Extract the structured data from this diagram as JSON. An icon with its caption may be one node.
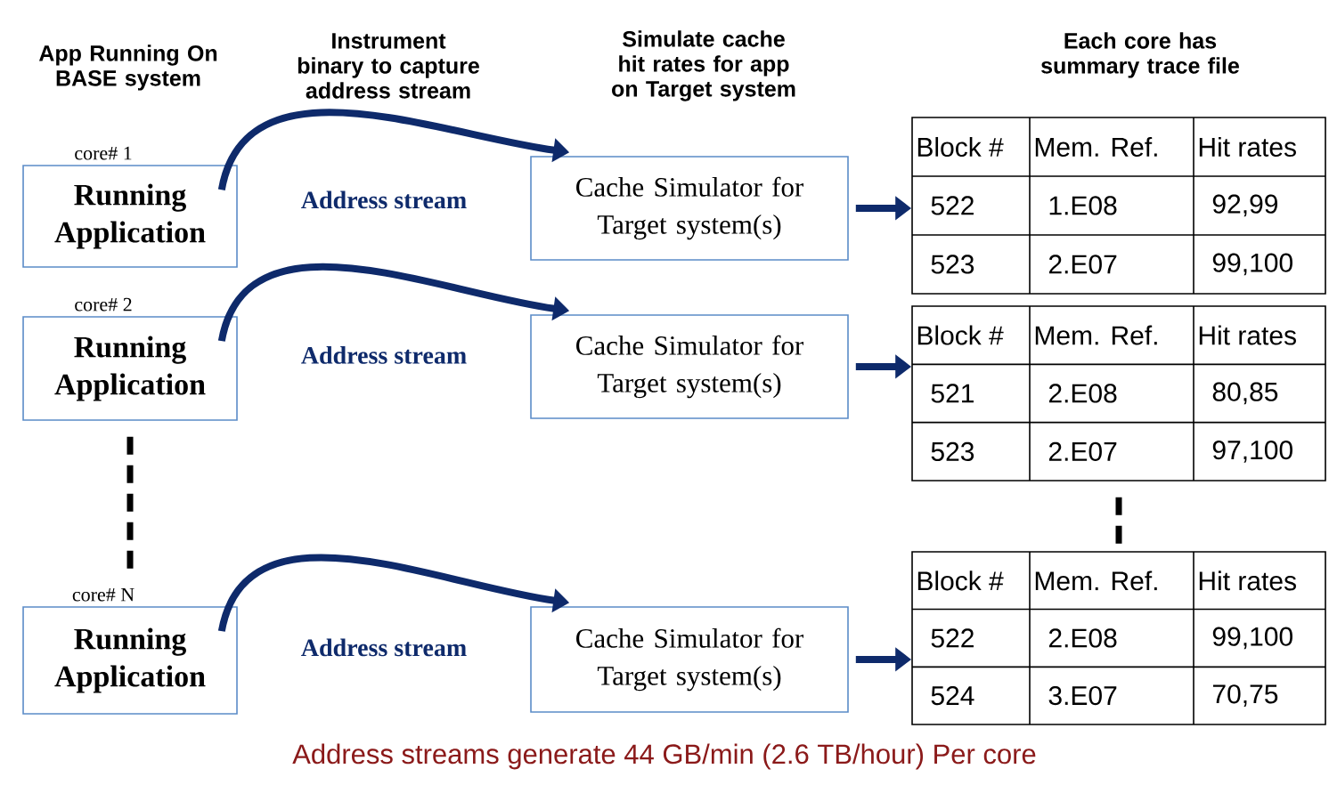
{
  "diagram": {
    "caption": "Address streams generate 44 GB/min (2.6 TB/hour) Per core",
    "nodes": [
      {
        "text": [
          "Running Application"
        ],
        "beside": [
          "core# 1"
        ]
      },
      {
        "text": [
          "Running Application"
        ],
        "beside": [
          "core# 2"
        ]
      },
      {
        "text": [
          "Running Application"
        ],
        "beside": [
          "core# N"
        ]
      },
      {
        "text": [
          "Cache Simulator for Target system(s)"
        ]
      },
      {
        "text": [
          "Cache Simulator for Target system(s)"
        ]
      },
      {
        "text": [
          "Cache Simulator for Target system(s)"
        ]
      },
      {
        "text": [
          "Block #",
          "Mem. Ref.",
          "Hit rates",
          "522",
          "1.E08",
          "92,99",
          "523",
          "2.E07",
          "99,100"
        ]
      },
      {
        "text": [
          "Block #",
          "Mem. Ref.",
          "Hit rates",
          "521",
          "2.E08",
          "80,85",
          "523",
          "2.E07",
          "97,100"
        ]
      },
      {
        "text": [
          "Block #",
          "Mem. Ref.",
          "Hit rates",
          "522",
          "2.E08",
          "99,100",
          "524",
          "3.E07",
          "70,75"
        ]
      }
    ],
    "edges": [
      {
        "from": 0,
        "to": 3,
        "arrow": "to",
        "label": "Address stream"
      },
      {
        "from": 1,
        "to": 4,
        "arrow": "to",
        "label": "Address stream"
      },
      {
        "from": 2,
        "to": 5,
        "arrow": "to",
        "label": "Address stream"
      },
      {
        "from": 3,
        "to": 6,
        "arrow": "to"
      },
      {
        "from": 4,
        "to": 7,
        "arrow": "to"
      },
      {
        "from": 5,
        "to": 8,
        "arrow": "to"
      },
      {
        "from": 1,
        "to": 2,
        "arrow": "none",
        "style": "dashed",
        "color": "#000000"
      },
      {
        "from": 7,
        "to": 8,
        "arrow": "none",
        "style": "dashed",
        "color": "#000000"
      }
    ],
    "labels": [
      "App Running On BASE system",
      "Instrument binary to capture address stream",
      "Simulate cache hit rates for app on Target system",
      "Each core has summary trace file"
    ]
  }
}
